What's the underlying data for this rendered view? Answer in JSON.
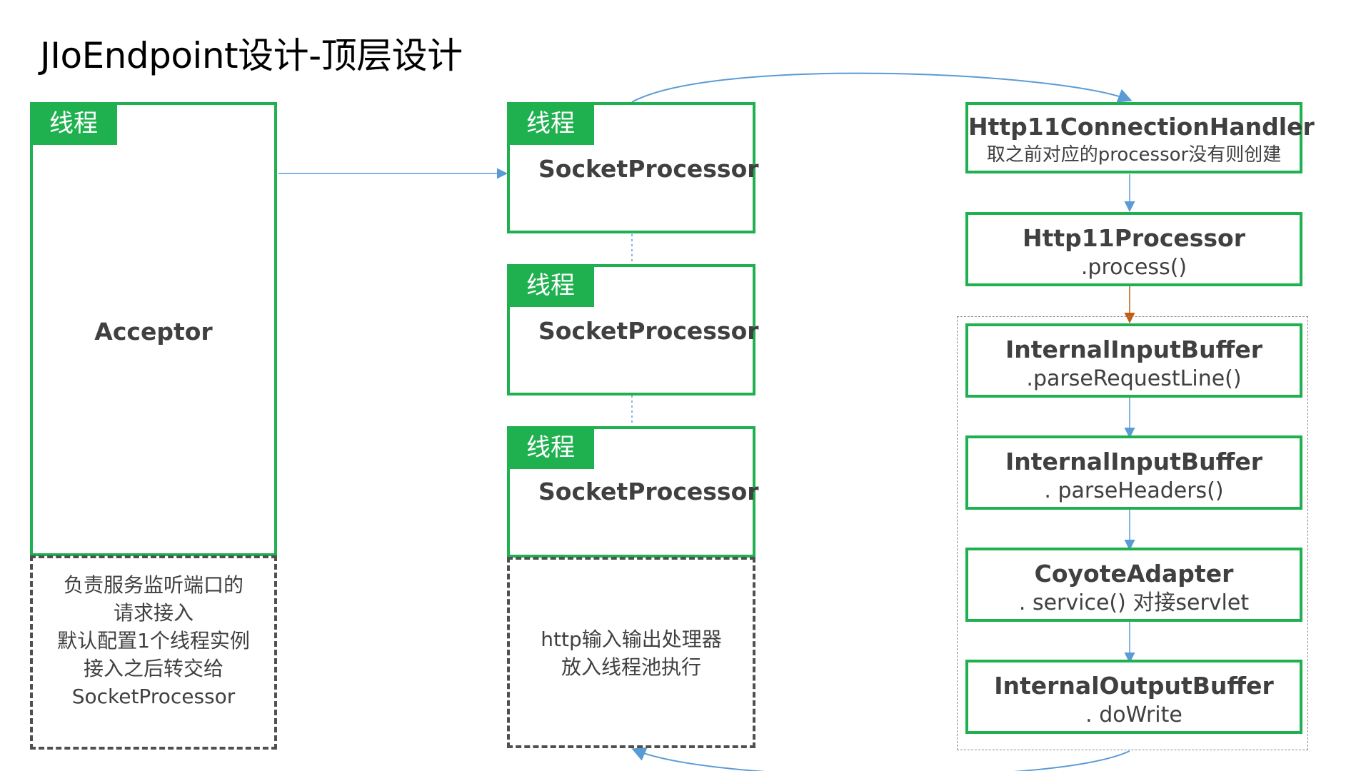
{
  "title": "JIoEndpoint设计-顶层设计",
  "thread_tag": "线程",
  "acceptor": {
    "label": "Acceptor",
    "description": [
      "负责服务监听端口的",
      "请求接入",
      "默认配置1个线程实例",
      "接入之后转交给",
      "SocketProcessor"
    ]
  },
  "socket_processors": [
    {
      "label": "SocketProcessor"
    },
    {
      "label": "SocketProcessor"
    },
    {
      "label": "SocketProcessor"
    }
  ],
  "pool_description": [
    "http输入输出处理器",
    "放入线程池执行"
  ],
  "pipeline": [
    {
      "name": "Http11ConnectionHandler",
      "sub": "取之前对应的processor没有则创建"
    },
    {
      "name": "Http11Processor",
      "sub": ".process()"
    },
    {
      "name": "InternalInputBuffer",
      "sub": ".parseRequestLine()"
    },
    {
      "name": "InternalInputBuffer",
      "sub": ". parseHeaders()"
    },
    {
      "name": "CoyoteAdapter",
      "sub": ". service() 对接servlet"
    },
    {
      "name": "InternalOutputBuffer",
      "sub": ". doWrite"
    }
  ],
  "colors": {
    "green": "#1fb050",
    "arrow_blue": "#5b9bd5",
    "arrow_orange": "#c55a11",
    "dashed_gray": "#505050"
  }
}
